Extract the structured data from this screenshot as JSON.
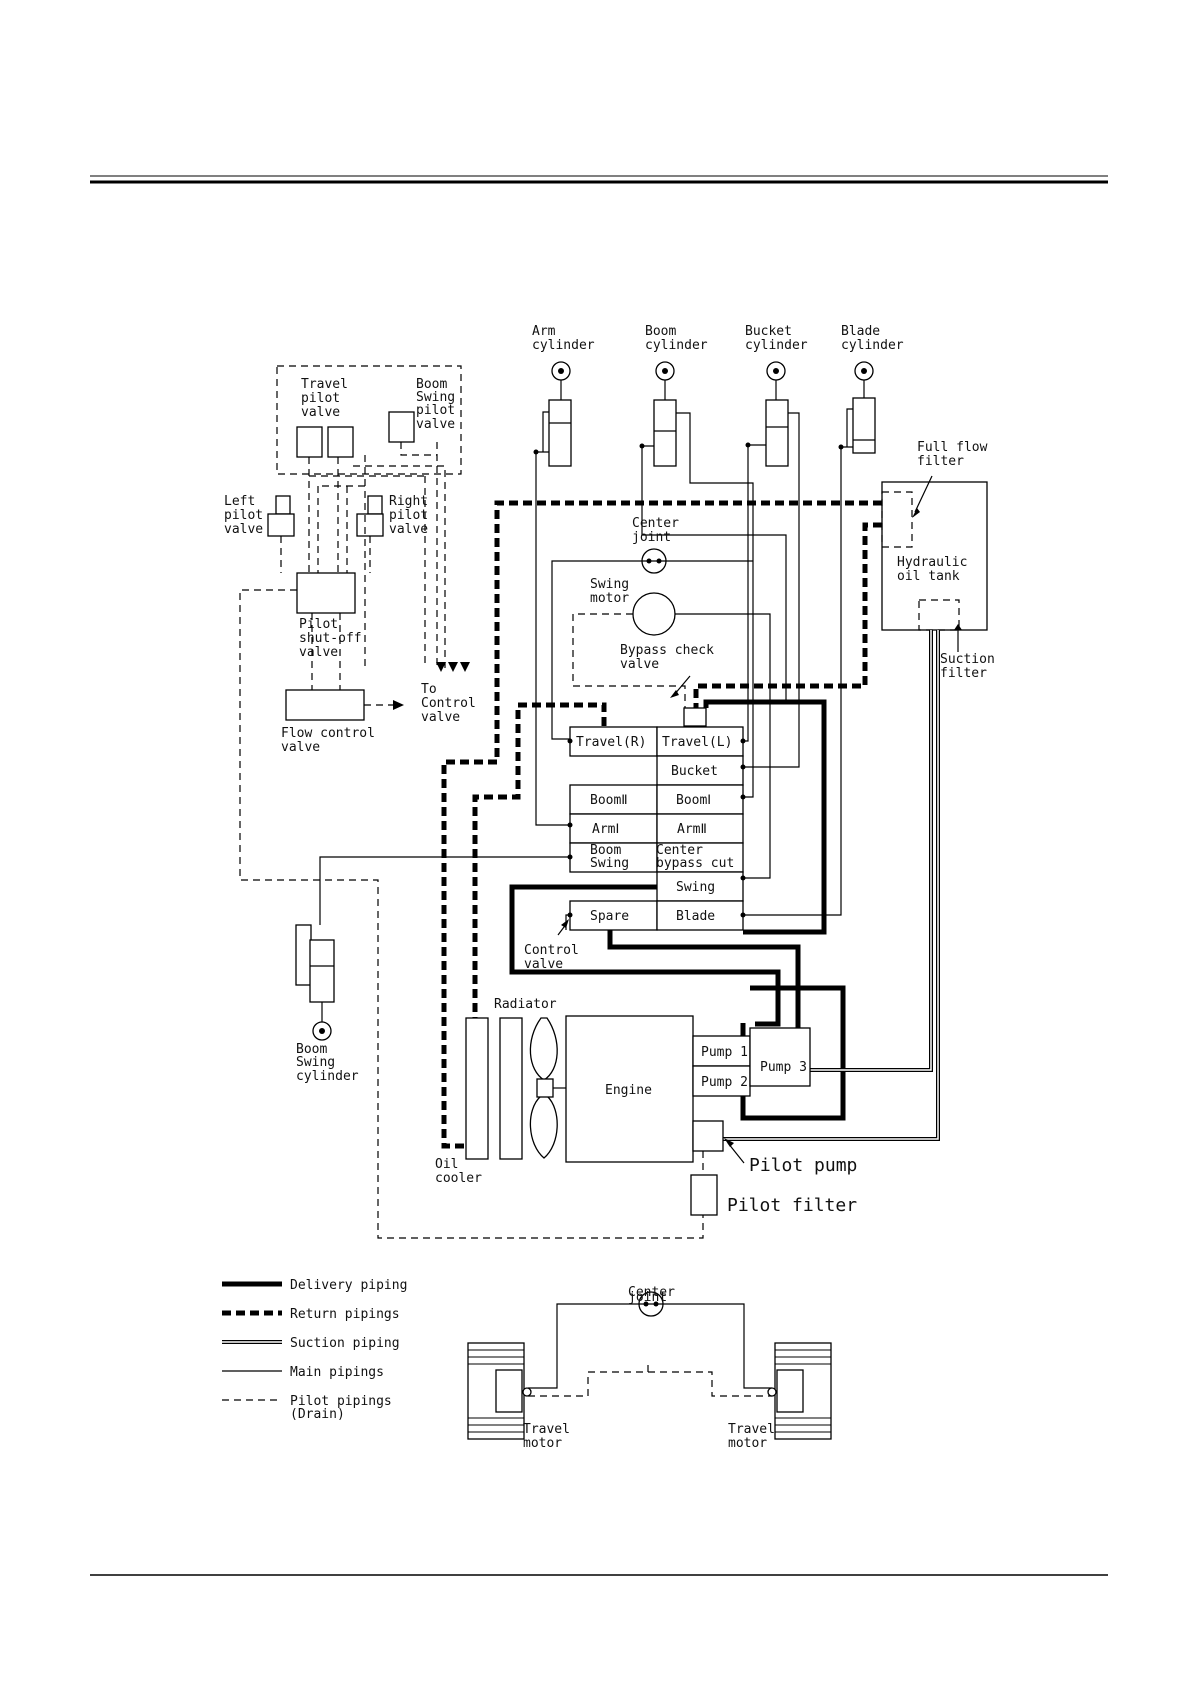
{
  "labels": {
    "arm_cylinder": [
      "Arm",
      "cylinder"
    ],
    "boom_cylinder": [
      "Boom",
      "cylinder"
    ],
    "bucket_cylinder": [
      "Bucket",
      "cylinder"
    ],
    "blade_cylinder": [
      "Blade",
      "cylinder"
    ],
    "travel_pilot_valve": [
      "Travel",
      "pilot",
      "valve"
    ],
    "boom_swing_pilot_valve": [
      "Boom",
      "Swing",
      "pilot",
      "valve"
    ],
    "left_pilot_valve": [
      "Left",
      "pilot",
      "valve"
    ],
    "right_pilot_valve": [
      "Right",
      "pilot",
      "valve"
    ],
    "pilot_shutoff_valve": [
      "Pilot",
      "shut-off",
      "valve"
    ],
    "to_control_valve": [
      "To",
      "Control",
      "valve"
    ],
    "flow_control_valve": [
      "Flow control",
      "valve"
    ],
    "center_joint": [
      "Center",
      "joint"
    ],
    "swing_motor": [
      "Swing",
      "motor"
    ],
    "bypass_check_valve": [
      "Bypass check",
      "valve"
    ],
    "full_flow_filter": [
      "Full flow",
      "filter"
    ],
    "hydraulic_oil_tank": [
      "Hydraulic",
      "oil tank"
    ],
    "suction_filter": [
      "Suction",
      "filter"
    ],
    "control_valve": [
      "Control",
      "valve"
    ],
    "boom_swing_cylinder": [
      "Boom",
      "Swing",
      "cylinder"
    ],
    "radiator": "Radiator",
    "engine": "Engine",
    "oil_cooler": [
      "Oil",
      "cooler"
    ],
    "pump1": "Pump 1",
    "pump2": "Pump 2",
    "pump3": "Pump 3",
    "pilot_pump": "Pilot pump",
    "pilot_filter": "Pilot filter",
    "travel_motor": [
      "Travel",
      "motor"
    ]
  },
  "control_valve_cells": {
    "travel_r": "Travel(R)",
    "travel_l": "Travel(L)",
    "bucket": "Bucket",
    "boom2": "BoomⅡ",
    "boom1": "BoomⅠ",
    "arm1": "ArmⅠ",
    "arm2": "ArmⅡ",
    "boom_swing": [
      "Boom",
      "Swing"
    ],
    "center_bypass_cut": [
      "Center",
      "bypass cut"
    ],
    "swing": "Swing",
    "spare": "Spare",
    "blade": "Blade"
  },
  "legend": {
    "delivery": "Delivery piping",
    "return": "Return pipings",
    "suction": "Suction piping",
    "main": "Main pipings",
    "pilot": [
      "Pilot pipings",
      "(Drain)"
    ]
  }
}
